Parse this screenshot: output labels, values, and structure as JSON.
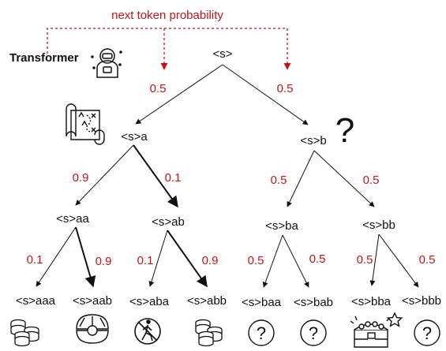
{
  "header": {
    "title": "next token probability",
    "model_label": "Transformer"
  },
  "root": {
    "label": "<s>"
  },
  "level1": [
    {
      "label": "<s>a",
      "prob": "0.5"
    },
    {
      "label": "<s>b",
      "prob": "0.5",
      "marker": "?"
    }
  ],
  "level2": [
    {
      "label": "<s>aa",
      "prob": "0.9"
    },
    {
      "label": "<s>ab",
      "prob": "0.1"
    },
    {
      "label": "<s>ba",
      "prob": "0.5"
    },
    {
      "label": "<s>bb",
      "prob": "0.5"
    }
  ],
  "level3": [
    {
      "label": "<s>aaa",
      "prob": "0.1",
      "icon": "coins-icon"
    },
    {
      "label": "<s>aab",
      "prob": "0.9",
      "icon": "pearl-shell-icon"
    },
    {
      "label": "<s>aba",
      "prob": "0.1",
      "icon": "no-walking-icon"
    },
    {
      "label": "<s>abb",
      "prob": "0.9",
      "icon": "coins-icon"
    },
    {
      "label": "<s>baa",
      "prob": "0.5",
      "icon": "question-circle-icon",
      "icon_text": "?"
    },
    {
      "label": "<s>bab",
      "prob": "0.5",
      "icon": "question-circle-icon",
      "icon_text": "?"
    },
    {
      "label": "<s>bba",
      "prob": "0.5",
      "icon": "treasure-chest-icon"
    },
    {
      "label": "<s>bbb",
      "prob": "0.5",
      "icon": "question-circle-icon",
      "icon_text": "?"
    }
  ],
  "icons": {
    "model": "astronaut-icon",
    "map": "treasure-map-icon"
  },
  "colors": {
    "accent": "#c0161b",
    "ink": "#111111"
  }
}
